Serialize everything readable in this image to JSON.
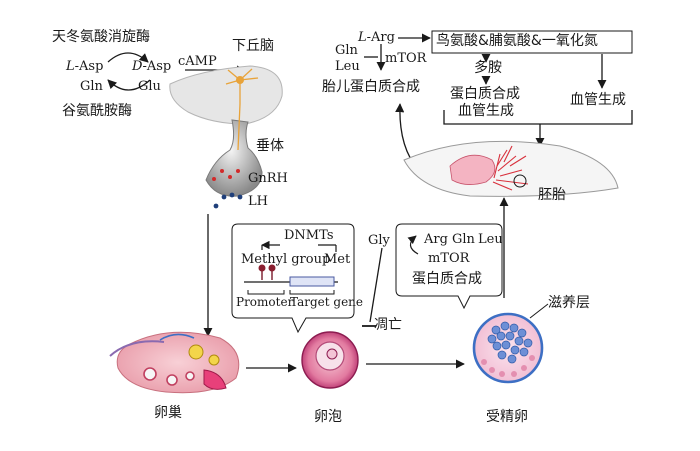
{
  "hypothalamus_panel": {
    "enzyme_top": "天冬氨酸消旋酶",
    "enzyme_bottom": "谷氨酰胺酶",
    "l_asp_prefix": "L",
    "l_asp_suffix": "-Asp",
    "d_asp_prefix": "D",
    "d_asp_suffix": "-Asp",
    "gln": "Gln",
    "glu": "Glu",
    "camp": "cAMP",
    "hypothalamus": "下丘脑",
    "pituitary": "垂体",
    "gnrh": "GnRH",
    "lh": "LH"
  },
  "arginine_panel": {
    "l_arg_prefix": "L",
    "l_arg_suffix": "-Arg",
    "gln": "Gln",
    "leu": "Leu",
    "mtor": "mTOR",
    "fetal_protein_synthesis": "胎儿蛋白质合成",
    "metabolites": "鸟氨酸&脯氨酸&一氧化氮",
    "polyamines": "多胺",
    "protein_synthesis": "蛋白质合成",
    "angiogenesis_1": "血管生成",
    "angiogenesis_2": "血管生成",
    "embryo": "胚胎"
  },
  "follicle_panel": {
    "dnmts": "DNMTs",
    "methyl_group": "Methyl group",
    "met": "Met",
    "promoter": "Promoter",
    "target_gene": "Target gene",
    "gly": "Gly",
    "apoptosis": "凋亡",
    "ovary": "卵巢",
    "follicle": "卵泡"
  },
  "oocyte_panel": {
    "arg": "Arg",
    "gln": "Gln",
    "leu": "Leu",
    "mtor": "mTOR",
    "protein_synthesis": "蛋白质合成",
    "trophoblast": "滋养层",
    "fertilized_egg": "受精卵"
  },
  "colors": {
    "ink": "#1a1a1a",
    "hypothalamus_cell": "#e8a33a",
    "follicle_ring": "#c0387a",
    "ovary_pink": "#f2b5bf",
    "placenta_red": "#d8303c",
    "blastocyst_blue": "#3d6fc4",
    "gnrh_dots": "#d22a2a",
    "lh_dots": "#1f3f7a"
  }
}
